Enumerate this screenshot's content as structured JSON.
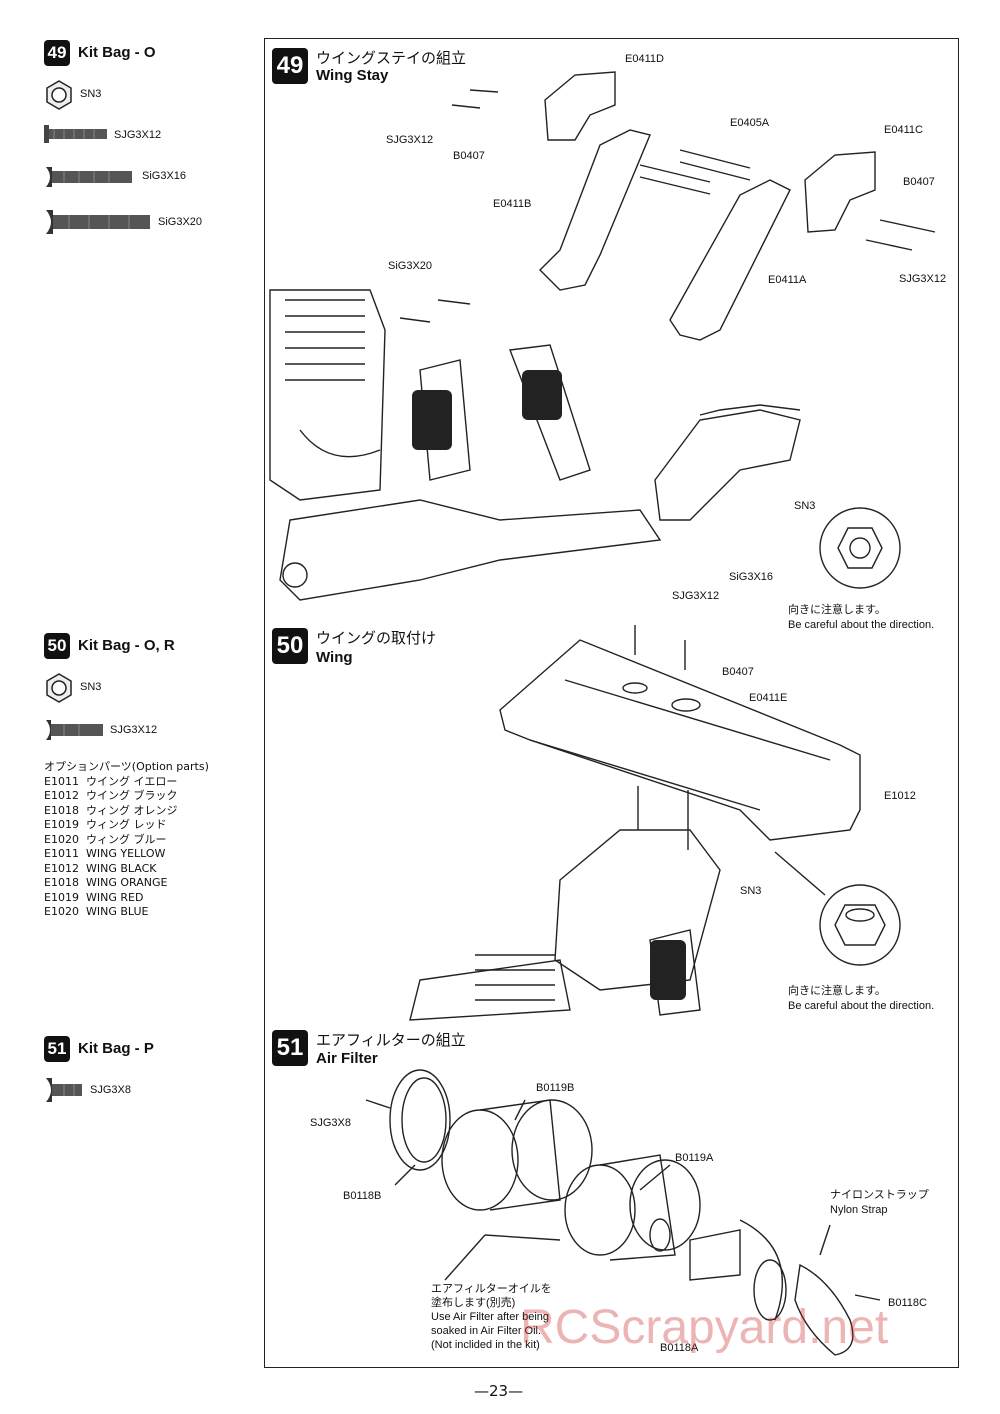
{
  "left_column": {
    "kits": [
      {
        "number": "49",
        "title": "Kit Bag - O",
        "parts": [
          "SN3",
          "SJG3X12",
          "SiG3X16",
          "SiG3X20"
        ]
      },
      {
        "number": "50",
        "title": "Kit Bag - O, R",
        "parts": [
          "SN3",
          "SJG3X12"
        ],
        "options_title": "オプションパーツ(Option parts)",
        "options": [
          {
            "code": "E1011",
            "name": "ウイング イエロー"
          },
          {
            "code": "E1012",
            "name": "ウイング ブラック"
          },
          {
            "code": "E1018",
            "name": "ウィング オレンジ"
          },
          {
            "code": "E1019",
            "name": "ウィング レッド"
          },
          {
            "code": "E1020",
            "name": "ウィング ブルー"
          },
          {
            "code": "E1011",
            "name": "WING YELLOW"
          },
          {
            "code": "E1012",
            "name": "WING BLACK"
          },
          {
            "code": "E1018",
            "name": "WING ORANGE"
          },
          {
            "code": "E1019",
            "name": "WING RED"
          },
          {
            "code": "E1020",
            "name": "WING BLUE"
          }
        ]
      },
      {
        "number": "51",
        "title": "Kit Bag - P",
        "parts": [
          "SJG3X8"
        ]
      }
    ]
  },
  "steps": {
    "s49": {
      "number": "49",
      "title_jp": "ウイングステイの組立",
      "title_en": "Wing Stay",
      "labels": {
        "e0411d": "E0411D",
        "sjg3x12_a": "SJG3X12",
        "b0407_a": "B0407",
        "e0405a": "E0405A",
        "e0411c": "E0411C",
        "b0407_b": "B0407",
        "e0411b": "E0411B",
        "e0411a": "E0411A",
        "sjg3x12_b": "SJG3X12",
        "sig3x20": "SiG3X20",
        "sn3": "SN3",
        "sig3x16": "SiG3X16"
      },
      "note_jp": "向きに注意します。",
      "note_en": "Be careful about the direction."
    },
    "s50": {
      "number": "50",
      "title_jp": "ウイングの取付け",
      "title_en": "Wing",
      "labels": {
        "sjg3x12": "SJG3X12",
        "b0407": "B0407",
        "e0411e": "E0411E",
        "e1012": "E1012",
        "sn3": "SN3"
      },
      "note_jp": "向きに注意します。",
      "note_en": "Be careful about the direction."
    },
    "s51": {
      "number": "51",
      "title_jp": "エアフィルターの組立",
      "title_en": "Air Filter",
      "labels": {
        "sjg3x8": "SJG3X8",
        "b0119b": "B0119B",
        "b0119a": "B0119A",
        "b0118b": "B0118B",
        "b0118a": "B0118A",
        "b0118c": "B0118C",
        "strap_jp": "ナイロンストラップ",
        "strap_en": "Nylon Strap"
      },
      "note_lines": [
        "エアフィルターオイルを",
        "塗布します(別売)",
        "Use Air Filter after being",
        "soaked in Air Filter Oil.",
        "(Not inclided in the kit)"
      ]
    }
  },
  "watermark": "RCScrapyard.net",
  "page_number": "—23—"
}
